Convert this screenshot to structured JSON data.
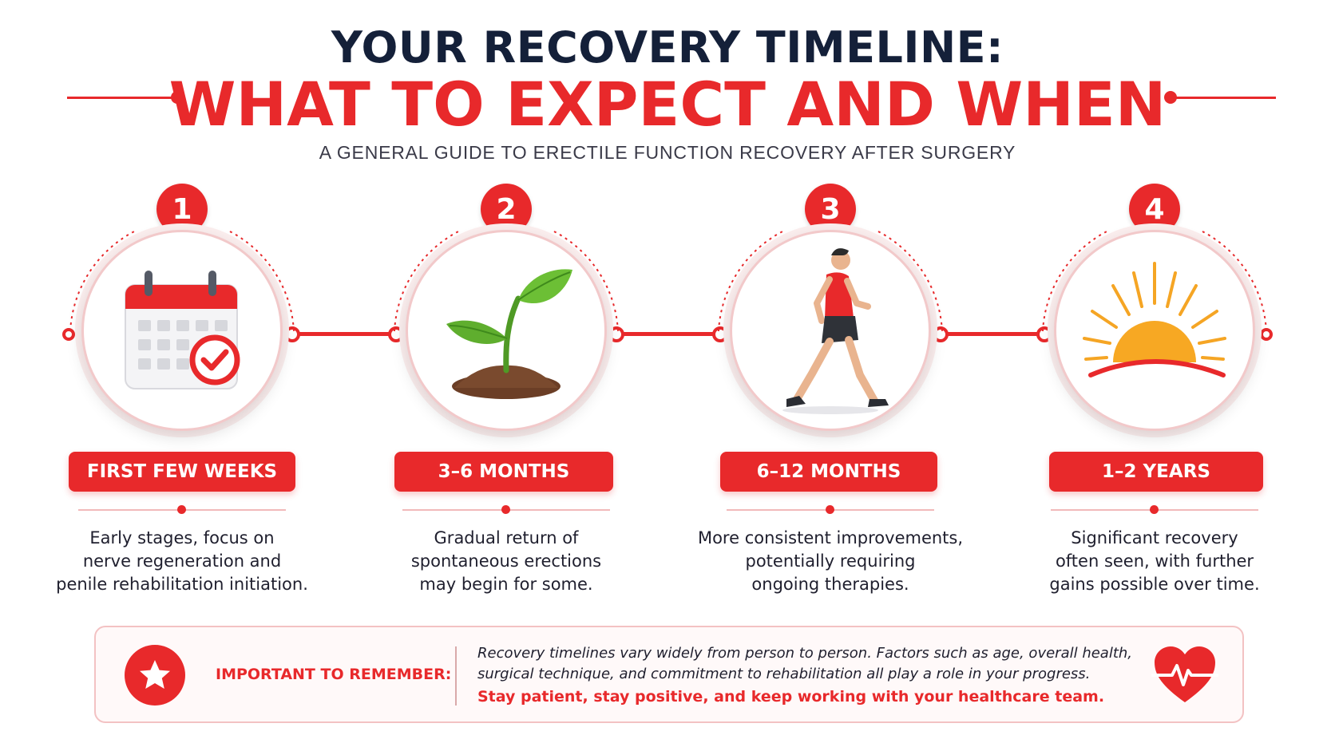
{
  "header": {
    "title_top": "YOUR RECOVERY TIMELINE:",
    "title_main": "WHAT TO EXPECT AND WHEN",
    "subtitle": "A GENERAL GUIDE TO ERECTILE FUNCTION RECOVERY AFTER SURGERY"
  },
  "stages": [
    {
      "number": "1",
      "icon": "calendar-check-icon",
      "label": "FIRST FEW WEEKS",
      "desc_lines": [
        "Early stages, focus on",
        "nerve regeneration and",
        "penile rehabilitation initiation."
      ]
    },
    {
      "number": "2",
      "icon": "sprout-icon",
      "label": "3–6 MONTHS",
      "desc_lines": [
        "Gradual return of",
        "spontaneous erections",
        "may begin for some."
      ]
    },
    {
      "number": "3",
      "icon": "walking-person-icon",
      "label": "6–12 MONTHS",
      "desc_lines": [
        "More consistent improvements,",
        "potentially requiring",
        "ongoing therapies."
      ]
    },
    {
      "number": "4",
      "icon": "sunrise-icon",
      "label": "1–2 YEARS",
      "desc_lines": [
        "Significant recovery",
        "often seen, with further",
        "gains possible over time."
      ]
    }
  ],
  "remember": {
    "icon": "star-icon",
    "label": "IMPORTANT TO REMEMBER:",
    "text_lines": [
      "Recovery timelines vary widely from person to person. Factors such as age, overall health,",
      "surgical technique, and commitment to rehabilitation all play a role in your progress."
    ],
    "cta": "Stay patient, stay positive, and keep working with your healthcare team.",
    "end_icon": "heart-pulse-icon"
  },
  "colors": {
    "accent": "#e8292b",
    "navy": "#142039",
    "text": "#1f1f2e",
    "sun": "#f5a524",
    "leaf": "#5fae2e"
  }
}
